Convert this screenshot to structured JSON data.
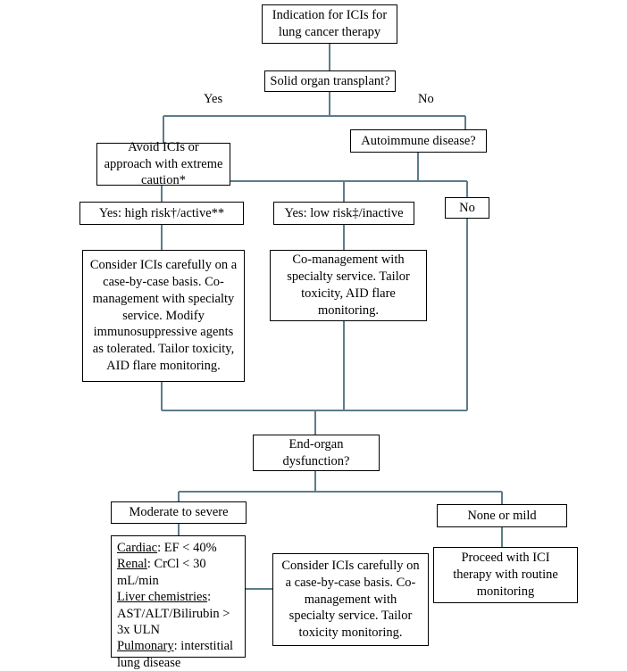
{
  "diagram": {
    "title": "ICI therapy decision flowchart for lung cancer",
    "line_color": "#5d7c8a",
    "box_border_color": "#000000",
    "text_color": "#000000"
  },
  "nodes": {
    "indication": "Indication for ICIs for\nlung cancer therapy",
    "solid_organ_transplant": "Solid organ transplant?",
    "avoid_icis": "Avoid ICIs or\napproach with extreme\ncaution*",
    "autoimmune_disease": "Autoimmune disease?",
    "high_risk_active": "Yes: high risk†/active**",
    "low_risk_inactive": "Yes: low risk‡/inactive",
    "autoimmune_no": "No",
    "consider_icis_careful_long": "Consider ICIs carefully on a\ncase-by-case basis. Co-\nmanagement with specialty\nservice. Modify\nimmunosuppressive agents\nas tolerated. Tailor toxicity,\nAID flare monitoring.",
    "co_management": "Co-management with\nspecialty service. Tailor\ntoxicity, AID flare\nmonitoring.",
    "end_organ_dysfunction": "End-organ\ndysfunction?",
    "moderate_to_severe": "Moderate to severe",
    "none_or_mild": "None or mild",
    "consider_icis_careful_short": "Consider ICIs carefully on\na case-by-case basis. Co-\nmanagement with\nspecialty service. Tailor\ntoxicity monitoring.",
    "proceed_with_ici": "Proceed with ICI\ntherapy with routine\nmonitoring"
  },
  "criteria": {
    "lines": [
      {
        "label": "Cardiac",
        "value": ": EF < 40%"
      },
      {
        "label": "Renal",
        "value": ": CrCl < 30 mL/min"
      },
      {
        "label": "Liver chemistries",
        "value": ": AST/ALT/Bilirubin > 3x ULN"
      },
      {
        "label": "Pulmonary",
        "value": ": interstitial lung disease"
      }
    ]
  },
  "edge_labels": {
    "transplant_yes": "Yes",
    "transplant_no": "No"
  }
}
